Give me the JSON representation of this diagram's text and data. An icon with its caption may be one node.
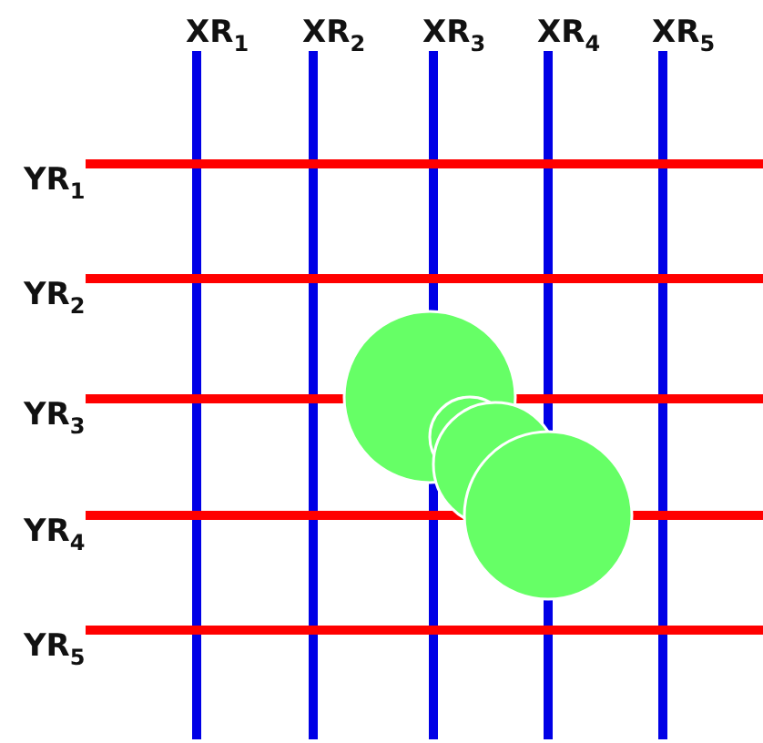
{
  "diagram": {
    "labels": [
      "XR$_{1}$",
      "XR$_{2}$",
      "XR$_{3}$",
      "XR$_{4}$",
      "XR$_{5}$",
      "YR$_{1}$",
      "YR$_{2}$",
      "YR$_{3}$",
      "YR$_{4}$",
      "YR$_{5}$"
    ]
  }
}
